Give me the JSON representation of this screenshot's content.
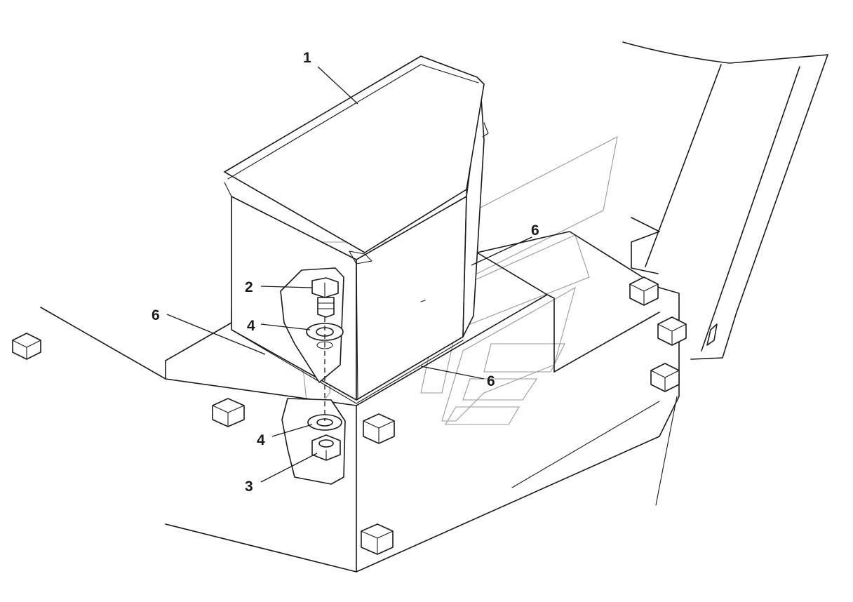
{
  "diagram": {
    "callouts": [
      {
        "id": "callout-1",
        "label": "1"
      },
      {
        "id": "callout-2",
        "label": "2"
      },
      {
        "id": "callout-4-upper",
        "label": "4"
      },
      {
        "id": "callout-6-left",
        "label": "6"
      },
      {
        "id": "callout-6-top",
        "label": "6"
      },
      {
        "id": "callout-6-bottom",
        "label": "6"
      },
      {
        "id": "callout-4-lower",
        "label": "4"
      },
      {
        "id": "callout-3",
        "label": "3"
      }
    ]
  }
}
